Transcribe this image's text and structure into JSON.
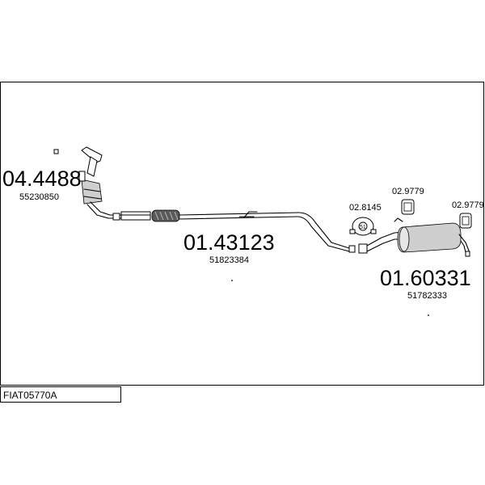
{
  "diagram": {
    "reference": "FIAT05770A",
    "parts": [
      {
        "id": "catalyst",
        "number": "04.4488",
        "oem": "55230850"
      },
      {
        "id": "center-pipe",
        "number": "01.43123",
        "oem": "51823384"
      },
      {
        "id": "rear-silencer",
        "number": "01.60331",
        "oem": "51782333"
      }
    ],
    "accessories": [
      {
        "id": "clamp",
        "number": "02.8145",
        "badge": "51"
      },
      {
        "id": "rubber-mount-left",
        "number": "02.9779"
      },
      {
        "id": "rubber-mount-right",
        "number": "02.9779"
      }
    ]
  }
}
